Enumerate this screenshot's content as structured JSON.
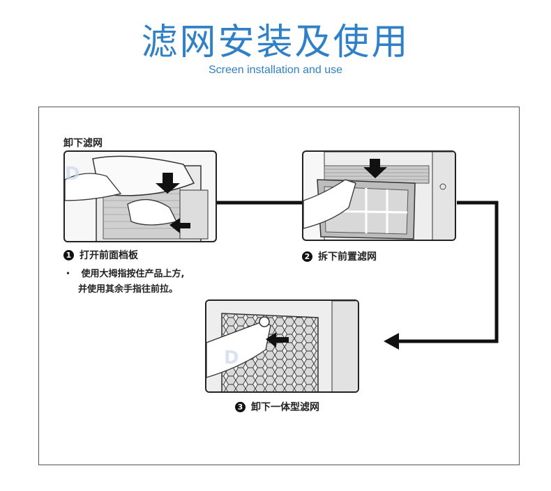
{
  "header": {
    "title": "滤网安装及使用",
    "subtitle": "Screen installation and use"
  },
  "section": {
    "heading": "卸下滤网"
  },
  "steps": [
    {
      "number": "1",
      "label": "打开前面档板"
    },
    {
      "number": "2",
      "label": "拆下前置滤网"
    },
    {
      "number": "3",
      "label": "卸下一体型滤网"
    }
  ],
  "note": {
    "bullet": "・",
    "line1": "使用大拇指按住产品上方,",
    "line2": "并使用其余手指往前拉。"
  },
  "colors": {
    "accent": "#2f80c6",
    "ink": "#222222"
  }
}
